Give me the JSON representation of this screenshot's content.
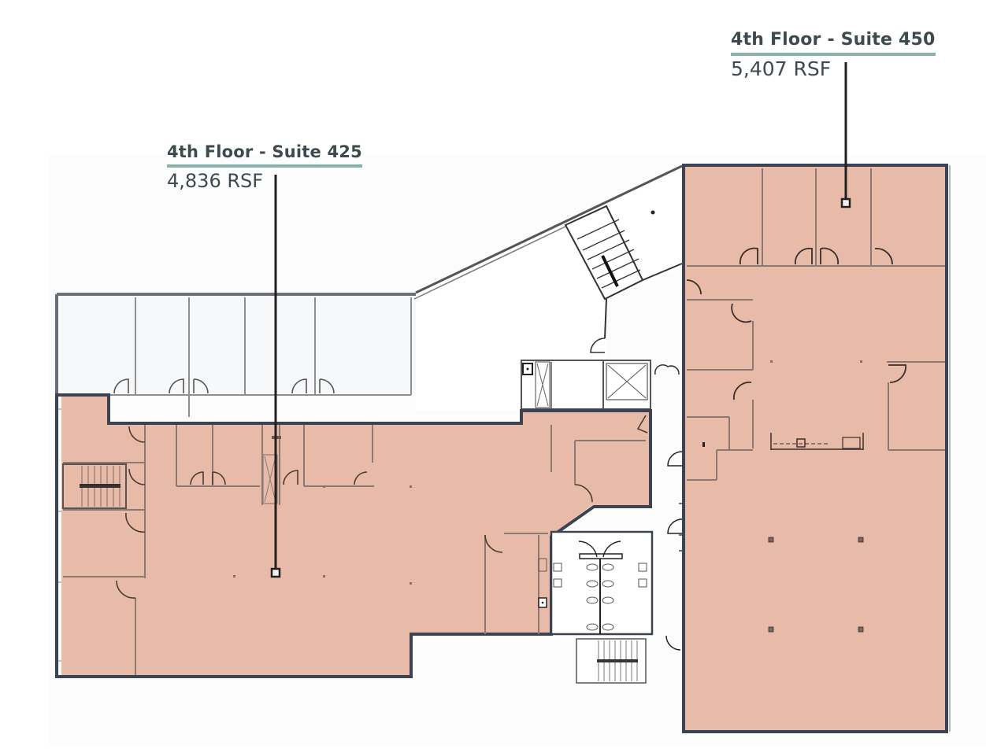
{
  "plan": {
    "floor": "4th Floor",
    "colors": {
      "leased_fill": "#e8bba8",
      "corridor_fill": "#ffffff",
      "vacant_office_fill": "#f6f7f8",
      "outer_wall": "#3b4352",
      "inner_wall": "#8a7a76",
      "leader_line": "#231f1f",
      "label_text": "#3e4a4d",
      "label_underline": "#86b4ab"
    },
    "suites": [
      {
        "id": "suite-425",
        "title": "4th Floor - Suite 425",
        "area": "4,836 RSF"
      },
      {
        "id": "suite-450",
        "title": "4th Floor - Suite 450",
        "area": "5,407 RSF"
      }
    ],
    "core": {
      "elements": [
        "stair-north",
        "stair-west",
        "stair-south",
        "elevator",
        "freight-elevator",
        "restrooms"
      ]
    }
  }
}
